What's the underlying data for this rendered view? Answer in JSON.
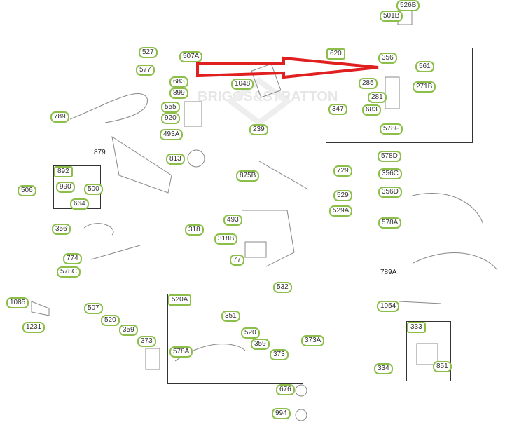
{
  "watermark": "BRIGGS&STRATTON",
  "groups": [
    {
      "label": "620"
    },
    {
      "label": "892"
    },
    {
      "label": "520A"
    },
    {
      "label": "333"
    }
  ],
  "plain_labels": [
    "879",
    "789A"
  ],
  "callouts": [
    "526B",
    "501B",
    "527",
    "507A",
    "577",
    "356",
    "561",
    "1048",
    "683",
    "899",
    "285",
    "271B",
    "281",
    "555",
    "347",
    "683",
    "920",
    "789",
    "239",
    "578F",
    "493A",
    "813",
    "578D",
    "729",
    "356C",
    "990",
    "500",
    "506",
    "875B",
    "529",
    "356D",
    "664",
    "529A",
    "578A",
    "493",
    "356",
    "318",
    "318B",
    "774",
    "77",
    "578C",
    "532",
    "1085",
    "507",
    "1054",
    "351",
    "520",
    "1231",
    "359",
    "520",
    "373",
    "373A",
    "359",
    "578A",
    "373",
    "851",
    "334",
    "676",
    "994"
  ],
  "colors": {
    "callout_border": "#8cbf4a",
    "arrow": "#e02020"
  }
}
